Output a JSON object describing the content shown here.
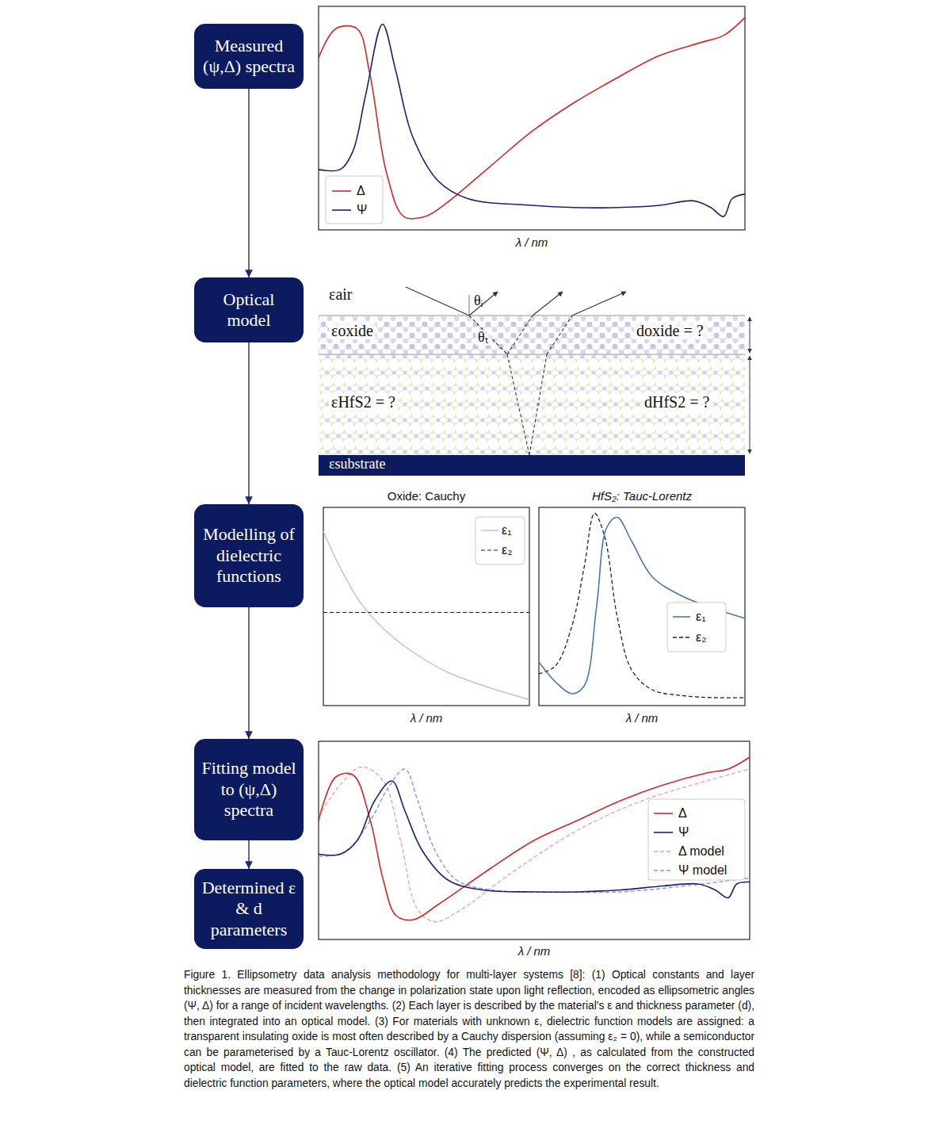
{
  "diagram": {
    "caption": "Figure 1. Ellipsometry data analysis methodology for multi-layer systems [8]: (1) Optical constants and layer thicknesses are measured from the change in polarization state upon light reflection, encoded as ellipsometric angles (Ψ, Δ) for a range of incident wavelengths. (2) Each layer is described by the material's ε and thickness parameter (d), then integrated into an optical model. (3) For materials with unknown ε, dielectric function models are assigned: a transparent insulating oxide is most often described by a Cauchy dispersion (assuming ε₂ = 0), while a semiconductor can be parameterised by a Tauc-Lorentz oscillator. (4) The predicted (Ψ, Δ) , as calculated from the constructed optical model, are fitted to the raw data. (5) An iterative fitting process converges on the correct thickness and dielectric function parameters, where the optical model accurately predicts the experimental result.",
    "nodes": [
      {
        "text": [
          "Measured (ψ,Δ) spectra"
        ]
      },
      {
        "text": [
          "Optical model"
        ]
      },
      {
        "text": [
          "Modelling of dielectric functions"
        ]
      },
      {
        "text": [
          "Fitting model to (ψ,Δ) spectra"
        ]
      },
      {
        "text": [
          "Determined ε & d parameters"
        ]
      }
    ],
    "edges": [
      {
        "from": 0,
        "to": 1,
        "arrow": "to"
      },
      {
        "from": 1,
        "to": 2,
        "arrow": "to"
      },
      {
        "from": 2,
        "to": 3,
        "arrow": "to"
      },
      {
        "from": 3,
        "to": 4,
        "arrow": "to"
      }
    ],
    "labels": [
      "λ / nm",
      "εair",
      "θᵢ",
      "θₜ",
      "εoxide",
      "doxide = ?",
      "εHfS2 = ?",
      "dHfS2 = ?",
      "εsubstrate",
      "Oxide: Cauchy",
      "HfS₂: Tauc-Lorentz",
      "λ / nm",
      "λ / nm",
      "λ / nm"
    ],
    "legend": [
      {
        "text": "Δ"
      },
      {
        "text": "Ψ"
      },
      {
        "text": "ε₁"
      },
      {
        "text": "ε₂"
      },
      {
        "text": "ε₁"
      },
      {
        "text": "ε₂"
      },
      {
        "text": "Δ"
      },
      {
        "text": "Ψ"
      },
      {
        "text": "Δ model"
      },
      {
        "text": "Ψ model"
      }
    ]
  }
}
